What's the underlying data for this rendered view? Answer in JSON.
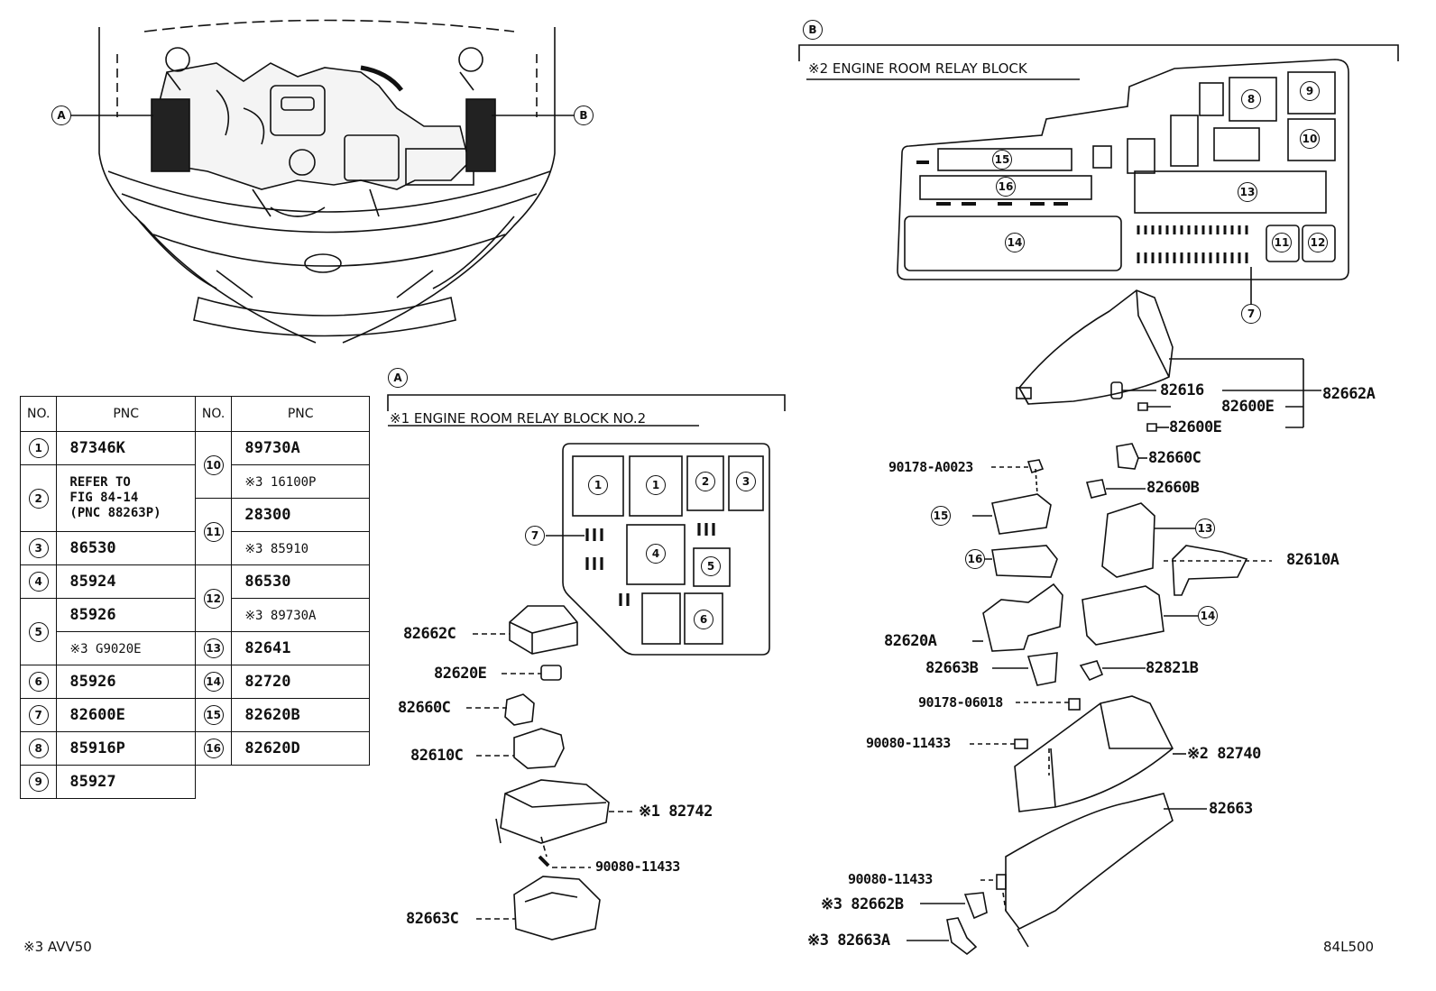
{
  "callouts": {
    "a": "A",
    "b": "B"
  },
  "section_a": {
    "title": "※1 ENGINE ROOM RELAY BLOCK NO.2",
    "parts": [
      "82662C",
      "82620E",
      "82660C",
      "82610C",
      "※1 82742",
      "90080-11433",
      "82663C"
    ],
    "block_slots": [
      "1",
      "1",
      "2",
      "3",
      "4",
      "5",
      "6",
      "7"
    ]
  },
  "section_b": {
    "title": "※2 ENGINE ROOM RELAY BLOCK",
    "parts": [
      "82616",
      "82600E",
      "82600E",
      "82662A",
      "90178-A0023",
      "82660C",
      "82660B",
      "82610A",
      "82620A",
      "82663B",
      "82821B",
      "90178-06018",
      "90080-11433",
      "※2 82740",
      "82663",
      "90080-11433",
      "※3 82662B",
      "※3 82663A"
    ],
    "block_slots": [
      "8",
      "9",
      "10",
      "15",
      "16",
      "13",
      "14",
      "11",
      "12",
      "7"
    ],
    "exploded_refs": [
      "15",
      "16",
      "13",
      "14"
    ]
  },
  "table": {
    "headers": [
      "NO.",
      "PNC",
      "NO.",
      "PNC"
    ],
    "left": [
      {
        "no": "1",
        "pnc": [
          "87346K"
        ]
      },
      {
        "no": "2",
        "pnc": [
          "REFER TO",
          "FIG 84-14",
          "(PNC 88263P)"
        ]
      },
      {
        "no": "3",
        "pnc": [
          "86530"
        ]
      },
      {
        "no": "4",
        "pnc": [
          "85924"
        ]
      },
      {
        "no": "5",
        "pnc": [
          "85926",
          "※3 G9020E"
        ]
      },
      {
        "no": "6",
        "pnc": [
          "85926"
        ]
      },
      {
        "no": "7",
        "pnc": [
          "82600E"
        ]
      },
      {
        "no": "8",
        "pnc": [
          "85916P"
        ]
      },
      {
        "no": "9",
        "pnc": [
          "85927"
        ]
      }
    ],
    "right": [
      {
        "no": "10",
        "pnc": [
          "89730A",
          "※3 16100P"
        ]
      },
      {
        "no": "11",
        "pnc": [
          "28300",
          "※3 85910"
        ]
      },
      {
        "no": "12",
        "pnc": [
          "86530",
          "※3 89730A"
        ]
      },
      {
        "no": "13",
        "pnc": [
          "82641"
        ]
      },
      {
        "no": "14",
        "pnc": [
          "82720"
        ]
      },
      {
        "no": "15",
        "pnc": [
          "82620B"
        ]
      },
      {
        "no": "16",
        "pnc": [
          "82620D"
        ]
      }
    ]
  },
  "footnote": "※3 AVV50",
  "figure_id": "84L500"
}
